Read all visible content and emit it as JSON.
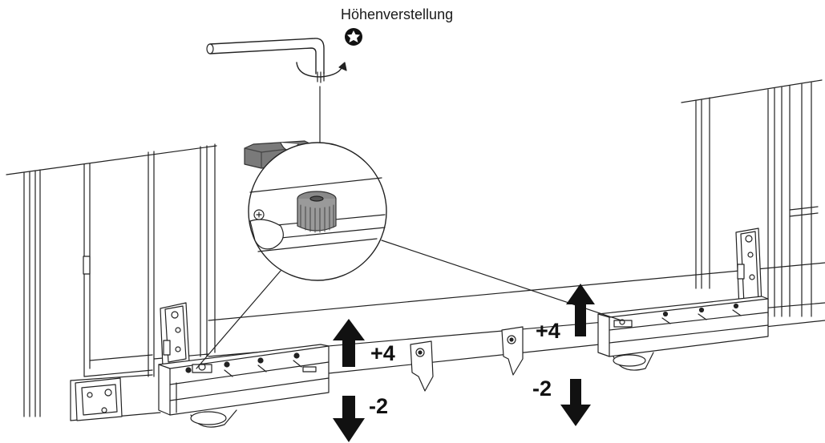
{
  "title": "Höhenverstellung",
  "adjustments": {
    "left_up": "+4",
    "left_down": "-2",
    "right_up": "+4",
    "right_down": "-2"
  },
  "icons": {
    "tool": "torx-icon",
    "tool_color": "#111111",
    "arrow_color": "#111111"
  }
}
